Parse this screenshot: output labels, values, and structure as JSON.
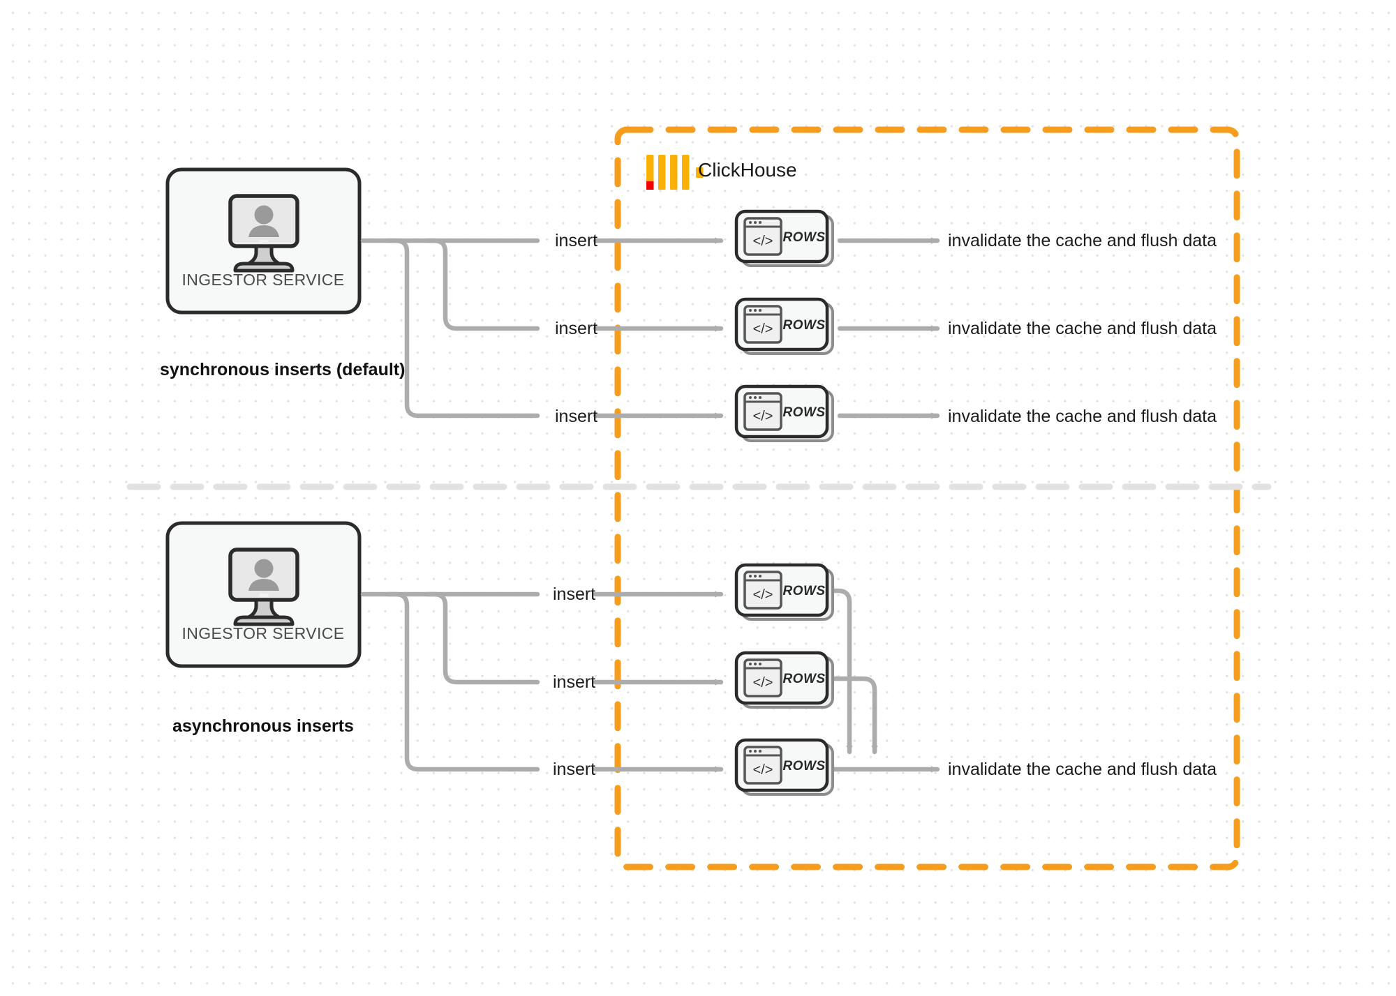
{
  "diagram": {
    "title": "ClickHouse synchronous vs asynchronous inserts",
    "colors": {
      "accent_orange": "#F79D1E",
      "line_gray": "#ACACAC",
      "node_border": "#2B2B2B",
      "node_fill": "#F7F8F8",
      "divider": "#E0E0E0",
      "logo_yellow": "#FAB005",
      "logo_red": "#F50000"
    },
    "boundary": {
      "label": "ClickHouse",
      "logo_name": "clickhouse-logo",
      "style": "dashed"
    },
    "divider": {
      "name": "section-divider",
      "style": "dashed"
    },
    "sections": [
      {
        "id": "sync",
        "caption": "synchronous inserts (default)",
        "source": {
          "label": "INGESTOR SERVICE",
          "icon": "monitor-user-icon"
        },
        "flows": [
          {
            "edge_label": "insert",
            "node_label": "ROWS",
            "node_icon": "code-window-icon",
            "result": "invalidate the cache and flush data"
          },
          {
            "edge_label": "insert",
            "node_label": "ROWS",
            "node_icon": "code-window-icon",
            "result": "invalidate the cache and flush data"
          },
          {
            "edge_label": "insert",
            "node_label": "ROWS",
            "node_icon": "code-window-icon",
            "result": "invalidate the cache and flush data"
          }
        ]
      },
      {
        "id": "async",
        "caption": "asynchronous inserts",
        "source": {
          "label": "INGESTOR SERVICE",
          "icon": "monitor-user-icon"
        },
        "flows": [
          {
            "edge_label": "insert",
            "node_label": "ROWS",
            "node_icon": "code-window-icon",
            "result": ""
          },
          {
            "edge_label": "insert",
            "node_label": "ROWS",
            "node_icon": "code-window-icon",
            "result": ""
          },
          {
            "edge_label": "insert",
            "node_label": "ROWS",
            "node_icon": "code-window-icon",
            "result": "invalidate the cache and flush data"
          }
        ],
        "merged_result": "invalidate the cache and flush data"
      }
    ]
  }
}
